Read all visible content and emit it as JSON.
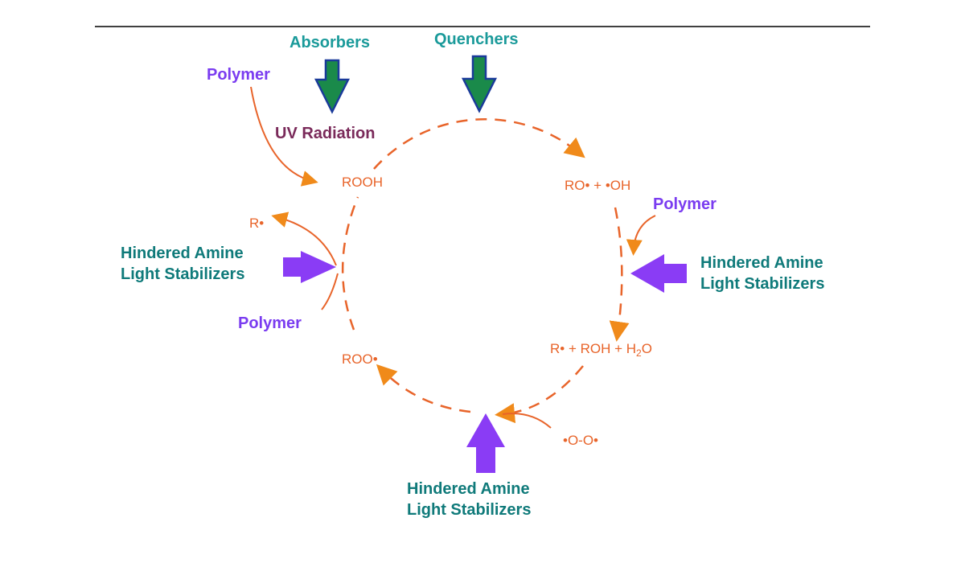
{
  "labels": {
    "absorbers": "Absorbers",
    "quenchers": "Quenchers",
    "uv_radiation": "UV Radiation",
    "polymer_top_left": "Polymer",
    "polymer_right": "Polymer",
    "polymer_left": "Polymer",
    "hals_left": [
      "Hindered Amine",
      "Light Stabilizers"
    ],
    "hals_right": [
      "Hindered Amine",
      "Light Stabilizers"
    ],
    "hals_bottom": [
      "Hindered Amine",
      "Light Stabilizers"
    ]
  },
  "species": {
    "rooh": "ROOH",
    "ro_oh": "RO• + •OH",
    "r_roh_h2o_prefix": "R• + ROH + H",
    "r_roh_h2o_sub": "2",
    "r_roh_h2o_suffix": "O",
    "roo": "ROO•",
    "r": "R•",
    "o2": "•O-O•"
  },
  "colors": {
    "cycle": "#e8642a",
    "green_arrow": "#1a8a4a",
    "purple_arrow": "#8a3cf5",
    "teal": "#1a9a9a"
  }
}
